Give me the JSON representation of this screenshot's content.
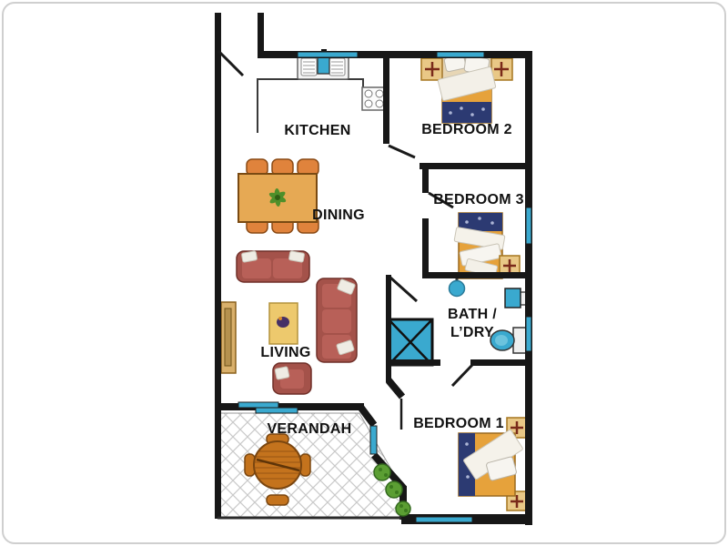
{
  "type": "residential-floor-plan",
  "rooms": {
    "kitchen": {
      "label": "KITCHEN"
    },
    "bedroom2": {
      "label": "BEDROOM 2"
    },
    "bedroom3": {
      "label": "BEDROOM 3"
    },
    "dining": {
      "label": "DINING"
    },
    "living": {
      "label": "LIVING"
    },
    "bath_laundry": {
      "label_line1": "BATH /",
      "label_line2": "L’DRY"
    },
    "bedroom1": {
      "label": "BEDROOM 1"
    },
    "verandah": {
      "label": "VERANDAH"
    }
  },
  "fixtures": [
    "entry-door",
    "sliding-door",
    "windows",
    "kitchen-sink",
    "stove-cooktop",
    "kitchen-bench",
    "double-bed",
    "single-bed",
    "bedside-tables-with-lamps",
    "shower",
    "vanity-basin",
    "toilet",
    "wall-basin",
    "dining-table-with-six-chairs",
    "table-centerpiece-plant",
    "two-seat-sofa",
    "three-seat-sofa",
    "armchair",
    "coffee-table",
    "shelf-cabinet",
    "round-outdoor-table",
    "outdoor-chairs",
    "garden-plants",
    "lattice-paving"
  ],
  "colors": {
    "walls": "#171717",
    "window_fixture_blue": "#3aa9cf",
    "bed_linen_navy": "#2c3a72",
    "bed_linen_orange": "#e6a23b",
    "timber_light": "#e6a954",
    "chair_orange": "#e0833c",
    "sofa_maroon": "#a4524a",
    "outdoor_timber": "#c4731d",
    "plant_green": "#5b9e33",
    "lattice_grey": "#cccccc",
    "label_text": "#111111",
    "frame_grey": "#cfcfcf"
  }
}
